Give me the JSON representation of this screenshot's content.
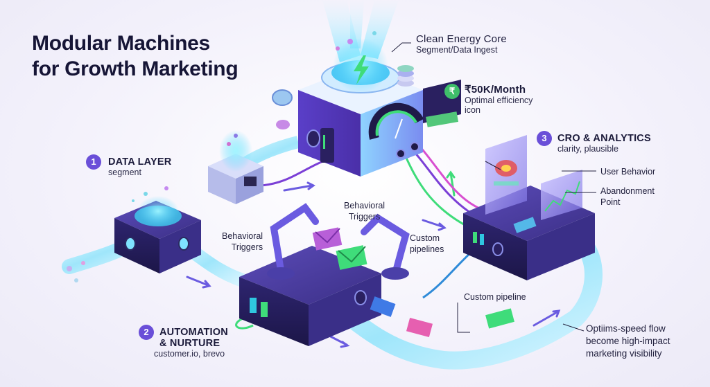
{
  "title": {
    "line1": "Modular Machines",
    "line2": "for Growth Marketing"
  },
  "core": {
    "heading": "Clean Energy Core",
    "sub": "Segment/Data Ingest"
  },
  "budget": {
    "heading": "₹50K/Month",
    "sub_line1": "Optimal efficiency",
    "sub_line2": "icon",
    "coin_symbol": "₹"
  },
  "data_layer": {
    "number": "1",
    "heading": "DATA LAYER",
    "sub": "segment"
  },
  "cro": {
    "number": "3",
    "heading": "CRO & ANALYTICS",
    "sub": "clarity, plausible",
    "callout_user": "User Behavior",
    "callout_abandon_line1": "Abandonment",
    "callout_abandon_line2": "Point"
  },
  "automation": {
    "number": "2",
    "heading_line1": "AUTOMATION",
    "heading_line2": "& NURTURE",
    "sub": "customer.io, brevo"
  },
  "annotations": {
    "behavioral_top_line1": "Behavioral",
    "behavioral_top_line2": "Triggers",
    "behavioral_left_line1": "Behavioral",
    "behavioral_left_line2": "Triggers",
    "custom_pipelines_line1": "Custom",
    "custom_pipelines_line2": "pipelines",
    "custom_pipeline": "Custom pipeline",
    "flow_line1": "Optiims-speed flow",
    "flow_line2": "become high-impact",
    "flow_line3": "marketing visibility"
  },
  "colors": {
    "accent": "#6a4fd8",
    "cyan": "#49d6f0",
    "purple": "#7b3fd6",
    "green": "#3fdc7a",
    "magenta": "#d84fd0",
    "dark": "#2a2550"
  },
  "icons": [
    "lightning-icon",
    "rupee-coin-icon",
    "envelope-icon",
    "heatmap-screen-icon",
    "chart-screen-icon",
    "gauge-icon"
  ]
}
